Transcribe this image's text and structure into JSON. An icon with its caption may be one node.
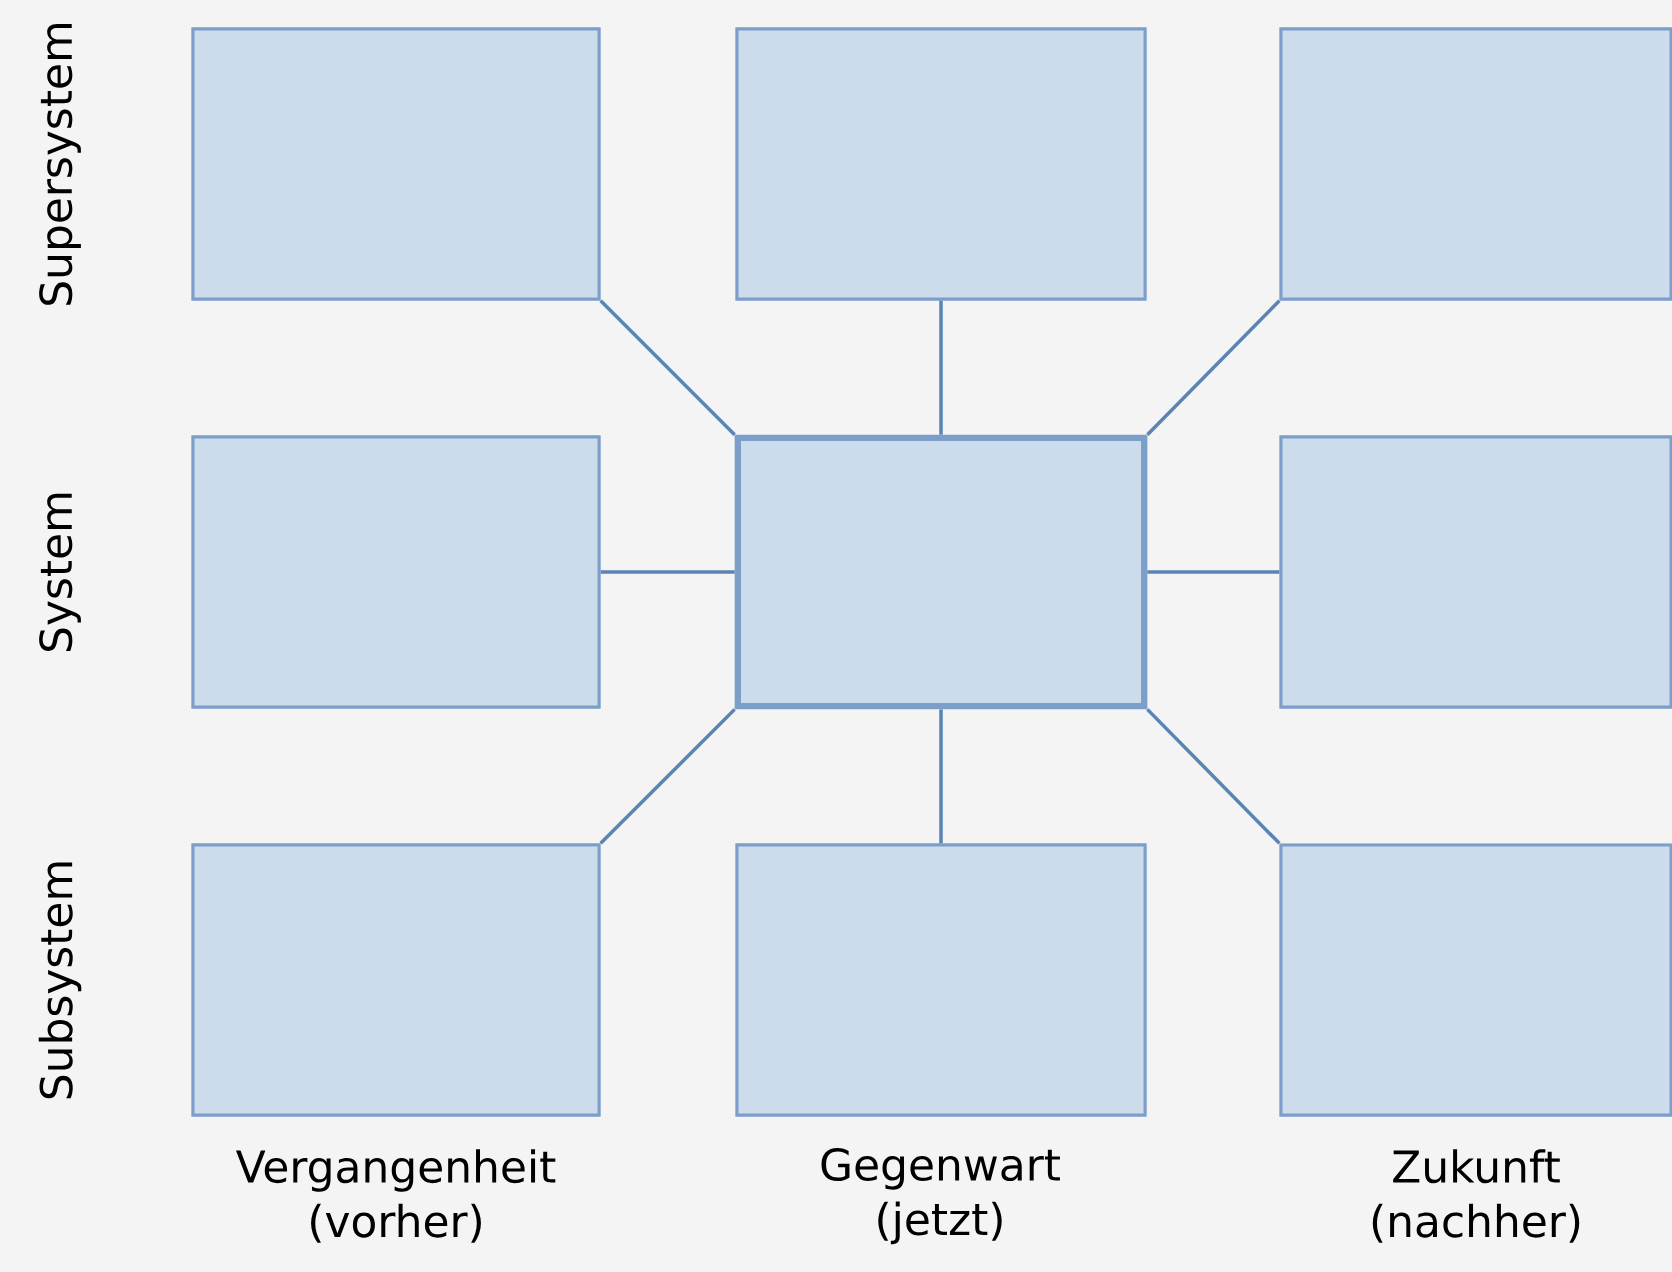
{
  "diagram": {
    "nodes": [
      {
        "text": [],
        "shape": "box"
      },
      {
        "text": [],
        "shape": "box"
      },
      {
        "text": [],
        "shape": "box"
      },
      {
        "text": [],
        "shape": "box"
      },
      {
        "text": [],
        "shape": "box"
      },
      {
        "text": [],
        "shape": "box"
      },
      {
        "text": [],
        "shape": "box"
      },
      {
        "text": [],
        "shape": "box"
      },
      {
        "text": [],
        "shape": "box"
      }
    ],
    "edges": [
      {
        "from": 4,
        "to": 0,
        "arrow": "none"
      },
      {
        "from": 4,
        "to": 1,
        "arrow": "none"
      },
      {
        "from": 4,
        "to": 2,
        "arrow": "none"
      },
      {
        "from": 4,
        "to": 3,
        "arrow": "none"
      },
      {
        "from": 4,
        "to": 5,
        "arrow": "none"
      },
      {
        "from": 4,
        "to": 6,
        "arrow": "none"
      },
      {
        "from": 4,
        "to": 7,
        "arrow": "none"
      },
      {
        "from": 4,
        "to": 8,
        "arrow": "none"
      }
    ],
    "labels": [
      "Supersystem",
      "System",
      "Subsystem",
      "Vergangenheit (vorher)",
      "Gegenwart (jetzt)",
      "Zukunft (nachher)"
    ]
  }
}
